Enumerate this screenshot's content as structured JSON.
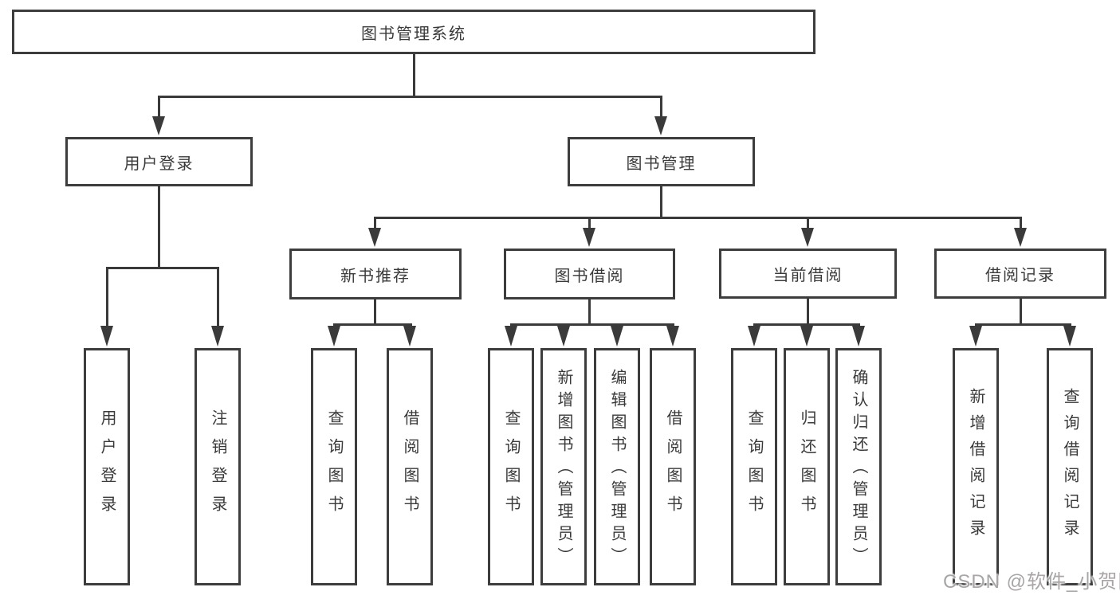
{
  "diagram_title": "图书管理系统",
  "nodes": {
    "root": "图书管理系统",
    "user_login": "用户登录",
    "book_mgmt": "图书管理",
    "new_book_rec": "新书推荐",
    "book_borrow": "图书借阅",
    "current_borrow": "当前借阅",
    "borrow_record": "借阅记录",
    "leaf_user_login": "用户登录",
    "leaf_logout": "注销登录",
    "leaf_query_book_rec": "查询图书",
    "leaf_borrow_book_rec": "借阅图书",
    "leaf_query_book_borrow": "查询图书",
    "leaf_add_book_admin": "新增图书（管理员）",
    "leaf_edit_book_admin": "编辑图书（管理员）",
    "leaf_borrow_book_borrow": "借阅图书",
    "leaf_query_book_current": "查询图书",
    "leaf_return_book": "归还图书",
    "leaf_confirm_return_admin": "确认归还（管理员）",
    "leaf_add_borrow_record": "新增借阅记录",
    "leaf_query_borrow_record": "查询借阅记录"
  },
  "watermark": "CSDN @软件_小贺同学",
  "colors": {
    "line": "#3a3a3a",
    "box_border": "#3d3d3d",
    "text": "#3a3a3a",
    "background": "#ffffff",
    "watermark_text": "#a9a5a5"
  }
}
